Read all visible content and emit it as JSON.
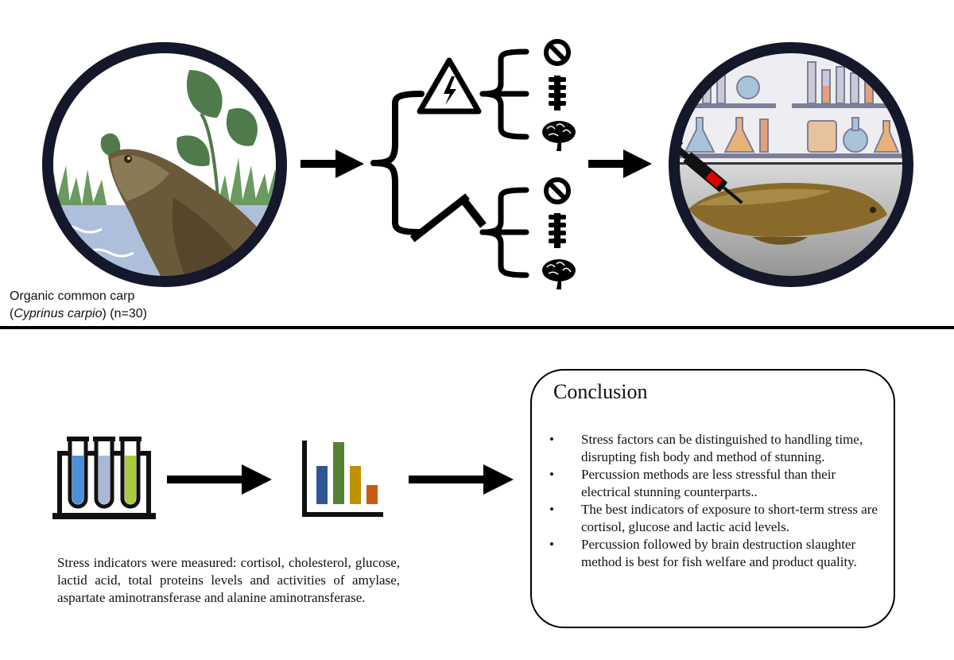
{
  "top_panel": {
    "subject_caption_line1": "Organic common carp",
    "subject_caption_species": "Cyprinus carpio",
    "subject_caption_open": "(",
    "subject_caption_tail": ") (n=30)",
    "stunning_methods": [
      "electrical-stunning",
      "percussion-stunning"
    ],
    "followup_icons": [
      "no-sign-icon",
      "spine-icon",
      "brain-icon"
    ]
  },
  "bottom_panel": {
    "indicators_text": "Stress indicators were measured: cortisol, cholesterol, glucose, lactid acid, total proteins levels and activities of amylase, aspartate aminotransferase and alanine aminotransferase.",
    "bar_colors": [
      "#2f5597",
      "#548235",
      "#bf9000",
      "#c55a11"
    ],
    "tube_colors": [
      "#4a90d9",
      "#a9b8d8",
      "#a9c93e"
    ]
  },
  "conclusion": {
    "title": "Conclusion",
    "bullet_symbol": "•",
    "items": [
      "Stress factors can be distinguished to handling time, disrupting fish body and method of stunning.",
      "Percussion methods are less stressful than their electrical stunning counterparts..",
      "The best indicators of exposure to short-term stress are cortisol, glucose and lactic acid levels.",
      "Percussion followed by brain destruction slaughter method is best for fish welfare and product quality."
    ]
  }
}
